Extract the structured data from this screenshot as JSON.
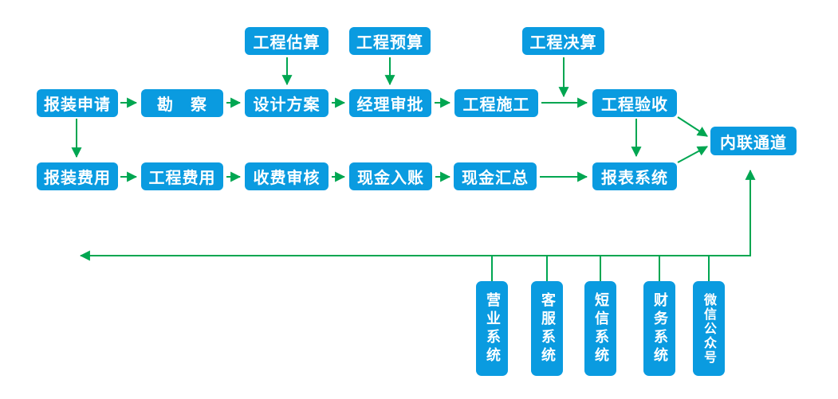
{
  "colors": {
    "node_fill": "#0A9BE0",
    "node_text": "#FFFFFF",
    "arrow_green": "#00A651"
  },
  "nodes": {
    "estimate": "工程估算",
    "budget": "工程预算",
    "final_account": "工程决算",
    "apply": "报装申请",
    "survey": "勘　察",
    "design": "设计方案",
    "manager_approval": "经理审批",
    "construction": "工程施工",
    "acceptance": "工程验收",
    "apply_fee": "报装费用",
    "project_fee": "工程费用",
    "fee_audit": "收费审核",
    "cash_in": "现金入账",
    "cash_summary": "现金汇总",
    "report_system": "报表系统",
    "intranet_channel": "内联通道",
    "business_system": "营业系统",
    "service_system": "客服系统",
    "sms_system": "短信系统",
    "finance_system": "财务系统",
    "wechat_official": "微信公众号"
  }
}
